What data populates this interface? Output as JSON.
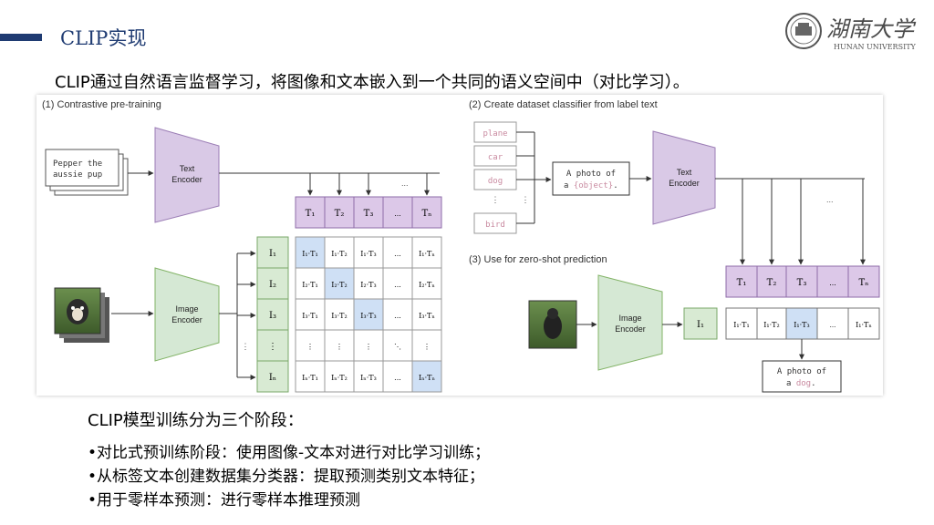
{
  "header": {
    "title": "CLIP实现",
    "university_cn": "湖南大学",
    "university_en": "HUNAN UNIVERSITY"
  },
  "intro": "CLIP通过自然语言监督学习，将图像和文本嵌入到一个共同的语义空间中（对比学习）。",
  "figure": {
    "panel1": {
      "title": "(1) Contrastive pre-training",
      "text_input": [
        "Pepper the",
        "aussie pup"
      ],
      "text_encoder": [
        "Text",
        "Encoder"
      ],
      "image_encoder": [
        "Image",
        "Encoder"
      ],
      "text_tokens": [
        "T₁",
        "T₂",
        "T₃",
        "...",
        "Tₙ"
      ],
      "image_tokens": [
        "I₁",
        "I₂",
        "I₃",
        "⋮",
        "Iₙ"
      ],
      "matrix": [
        [
          "I₁·T₁",
          "I₁·T₂",
          "I₁·T₃",
          "...",
          "I₁·Tₙ"
        ],
        [
          "I₂·T₁",
          "I₂·T₂",
          "I₂·T₃",
          "...",
          "I₂·Tₙ"
        ],
        [
          "I₃·T₁",
          "I₃·T₂",
          "I₃·T₃",
          "...",
          "I₃·Tₙ"
        ],
        [
          "⋮",
          "⋮",
          "⋮",
          "⋱",
          "⋮"
        ],
        [
          "Iₙ·T₁",
          "Iₙ·T₂",
          "Iₙ·T₃",
          "...",
          "Iₙ·Tₙ"
        ]
      ],
      "ellipsis": "..."
    },
    "panel2": {
      "title": "(2) Create dataset classifier from label text",
      "labels": [
        "plane",
        "car",
        "dog",
        "⋮",
        "bird"
      ],
      "label_dots": "⋮",
      "template_line1": "A photo of",
      "template_line2_prefix": "a ",
      "template_object": "{object}",
      "template_line2_suffix": ".",
      "text_encoder": [
        "Text",
        "Encoder"
      ],
      "ellipsis": "..."
    },
    "panel3": {
      "title": "(3) Use for zero-shot prediction",
      "image_encoder": [
        "Image",
        "Encoder"
      ],
      "image_token": "I₁",
      "text_tokens": [
        "T₁",
        "T₂",
        "T₃",
        "...",
        "Tₙ"
      ],
      "scores": [
        "I₁·T₁",
        "I₁·T₂",
        "I₁·T₃",
        "...",
        "I₁·Tₙ"
      ],
      "result_line1": "A photo of",
      "result_line2_prefix": "a ",
      "result_word": "dog",
      "result_line2_suffix": "."
    },
    "colors": {
      "encoder_text": "#d9c9e6",
      "encoder_image": "#d5e8d4",
      "token_text": "#dcc8e8",
      "token_image": "#d8ead3",
      "diag": "#cfe0f5",
      "placeholder_pink": "#c98aa0"
    }
  },
  "stages": {
    "title": "CLIP模型训练分为三个阶段：",
    "items": [
      "•对比式预训练阶段：使用图像-文本对进行对比学习训练；",
      "•从标签文本创建数据集分类器：提取预测类别文本特征；",
      "•用于零样本预测：进行零样本推理预测"
    ]
  }
}
